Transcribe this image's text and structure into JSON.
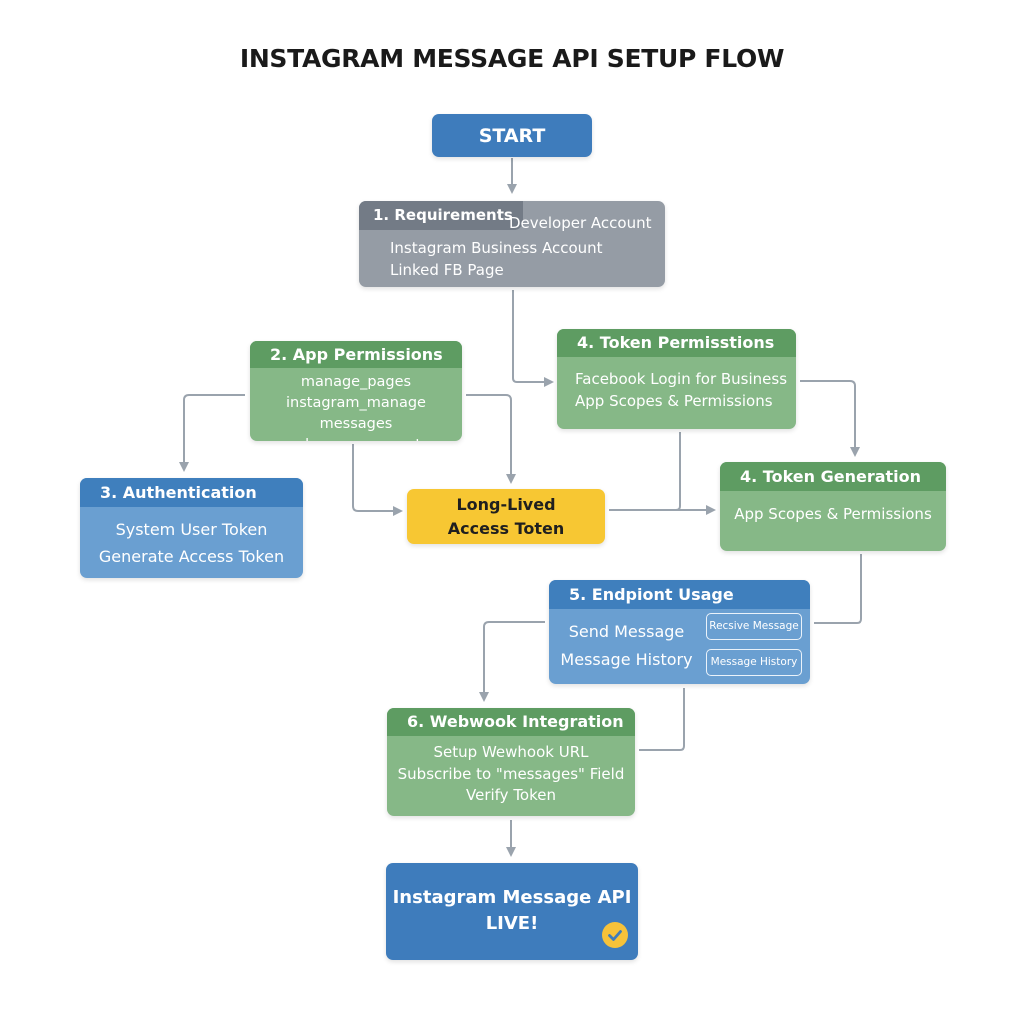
{
  "title": "INSTAGRAM MESSAGE API SETUP FLOW",
  "colors": {
    "blue": "#3e7cbc",
    "green": "#5e9c62",
    "gray": "#959ca5",
    "yellow": "#f7c733",
    "connector": "#9aa3ad"
  },
  "nodes": {
    "start": {
      "label": "START"
    },
    "requirements": {
      "title": "1. Requirements",
      "items": [
        "Developer Account",
        "Instagram Business Account",
        "Linked FB Page"
      ]
    },
    "app_permissions": {
      "title": "2. App Permissions",
      "items": [
        "manage_pages",
        "instagram_manage messages",
        "ads_management"
      ]
    },
    "token_permissions": {
      "title": "4. Token Permisstions",
      "items": [
        "Facebook Login for Business",
        "App Scopes & Permissions"
      ]
    },
    "authentication": {
      "title": "3. Authentication",
      "items": [
        "System User Token",
        "Generate Access Token"
      ]
    },
    "long_lived": {
      "lines": [
        "Long-Lived",
        "Access Toten"
      ]
    },
    "token_generation": {
      "title": "4. Token Generation",
      "items": [
        "App Scopes & Permissions"
      ]
    },
    "endpoint_usage": {
      "title": "5. Endpiont Usage",
      "items": [
        "Send Message",
        "Message History"
      ],
      "pills": [
        "Recsive Message",
        "Message History"
      ]
    },
    "webhook": {
      "title": "6. Webwook Integration",
      "items": [
        "Setup Wewhook URL",
        "Subscribe to \"messages\" Field",
        "Verify Token"
      ]
    },
    "live": {
      "lines": [
        "Instagram Message API",
        "LIVE!"
      ],
      "icon": "check-circle-icon"
    }
  }
}
